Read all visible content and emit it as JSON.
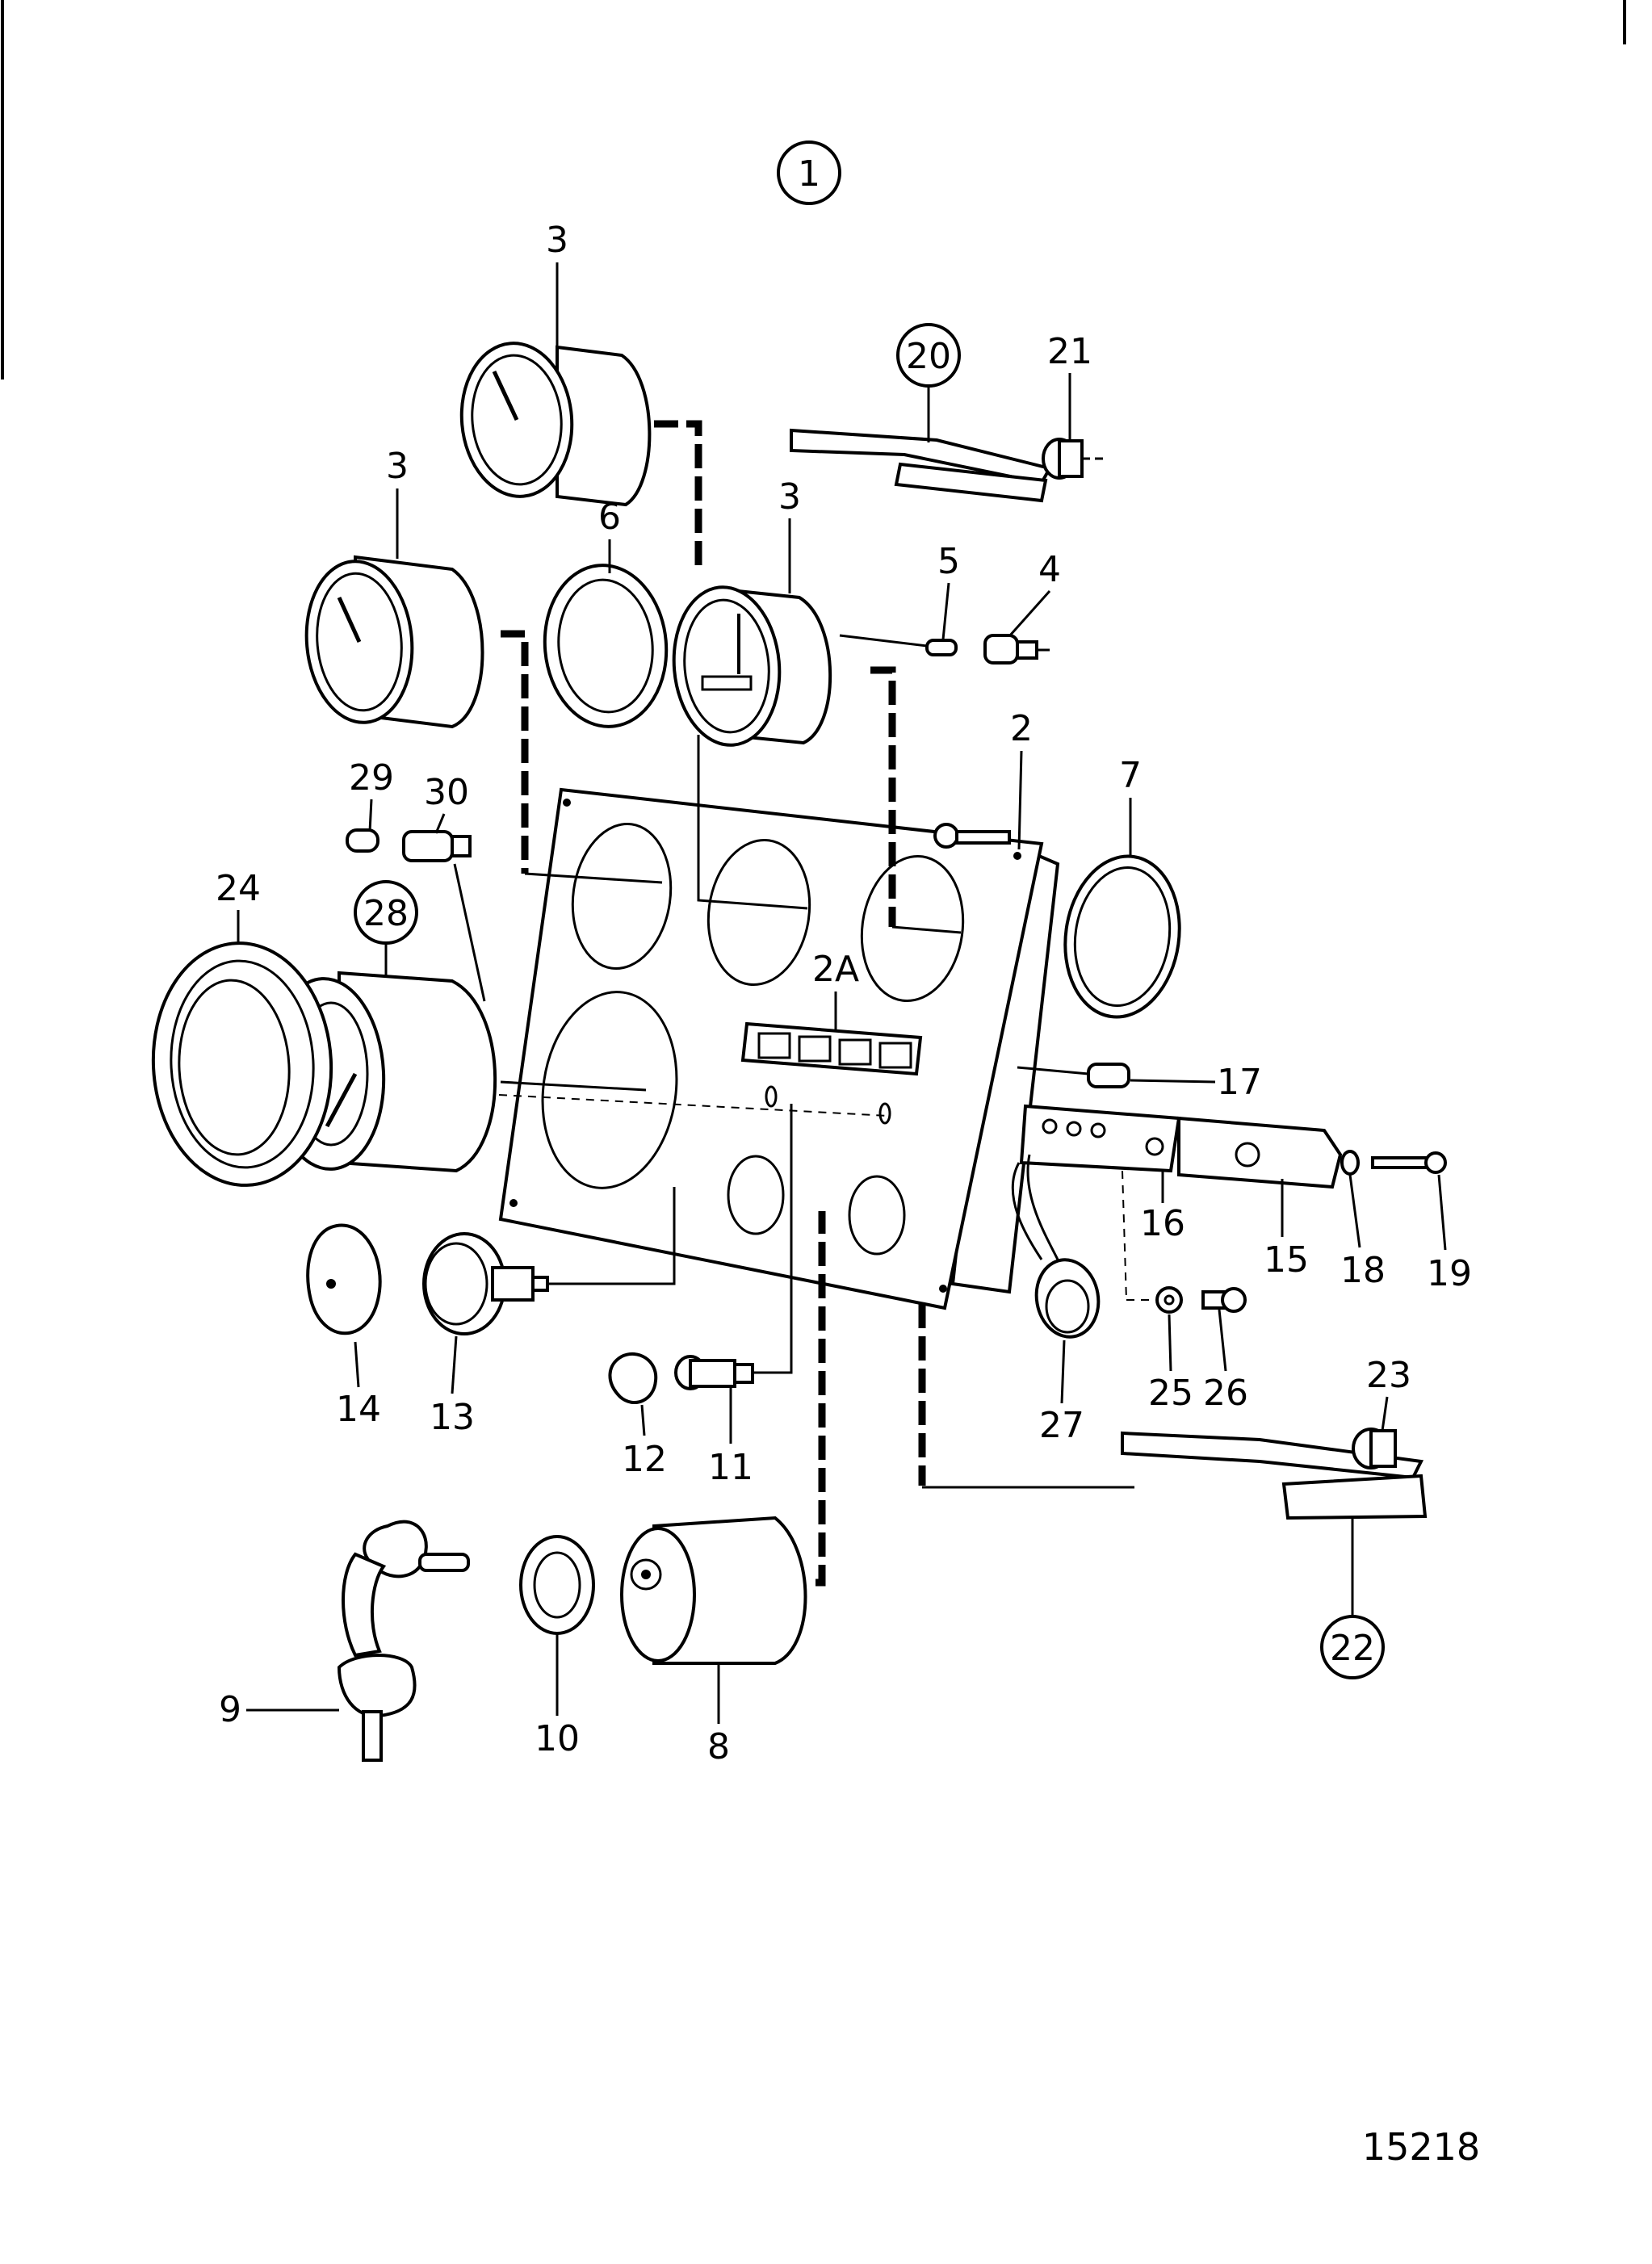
{
  "diagram": {
    "drawing_number": "15218",
    "group_label": "1",
    "callouts": [
      {
        "id": "c3a",
        "text": "3"
      },
      {
        "id": "c3b",
        "text": "3"
      },
      {
        "id": "c3c",
        "text": "3"
      },
      {
        "id": "c20",
        "text": "20"
      },
      {
        "id": "c21",
        "text": "21"
      },
      {
        "id": "c6",
        "text": "6"
      },
      {
        "id": "c5",
        "text": "5"
      },
      {
        "id": "c4",
        "text": "4"
      },
      {
        "id": "c2",
        "text": "2"
      },
      {
        "id": "c7",
        "text": "7"
      },
      {
        "id": "c29",
        "text": "29"
      },
      {
        "id": "c30",
        "text": "30"
      },
      {
        "id": "c24",
        "text": "24"
      },
      {
        "id": "c28",
        "text": "28"
      },
      {
        "id": "c2A",
        "text": "2A"
      },
      {
        "id": "c17",
        "text": "17"
      },
      {
        "id": "c16",
        "text": "16"
      },
      {
        "id": "c15",
        "text": "15"
      },
      {
        "id": "c18",
        "text": "18"
      },
      {
        "id": "c19",
        "text": "19"
      },
      {
        "id": "c14",
        "text": "14"
      },
      {
        "id": "c13",
        "text": "13"
      },
      {
        "id": "c12",
        "text": "12"
      },
      {
        "id": "c11",
        "text": "11"
      },
      {
        "id": "c27",
        "text": "27"
      },
      {
        "id": "c25",
        "text": "25"
      },
      {
        "id": "c26",
        "text": "26"
      },
      {
        "id": "c23",
        "text": "23"
      },
      {
        "id": "c22",
        "text": "22"
      },
      {
        "id": "c9",
        "text": "9"
      },
      {
        "id": "c10",
        "text": "10"
      },
      {
        "id": "c8",
        "text": "8"
      }
    ]
  }
}
